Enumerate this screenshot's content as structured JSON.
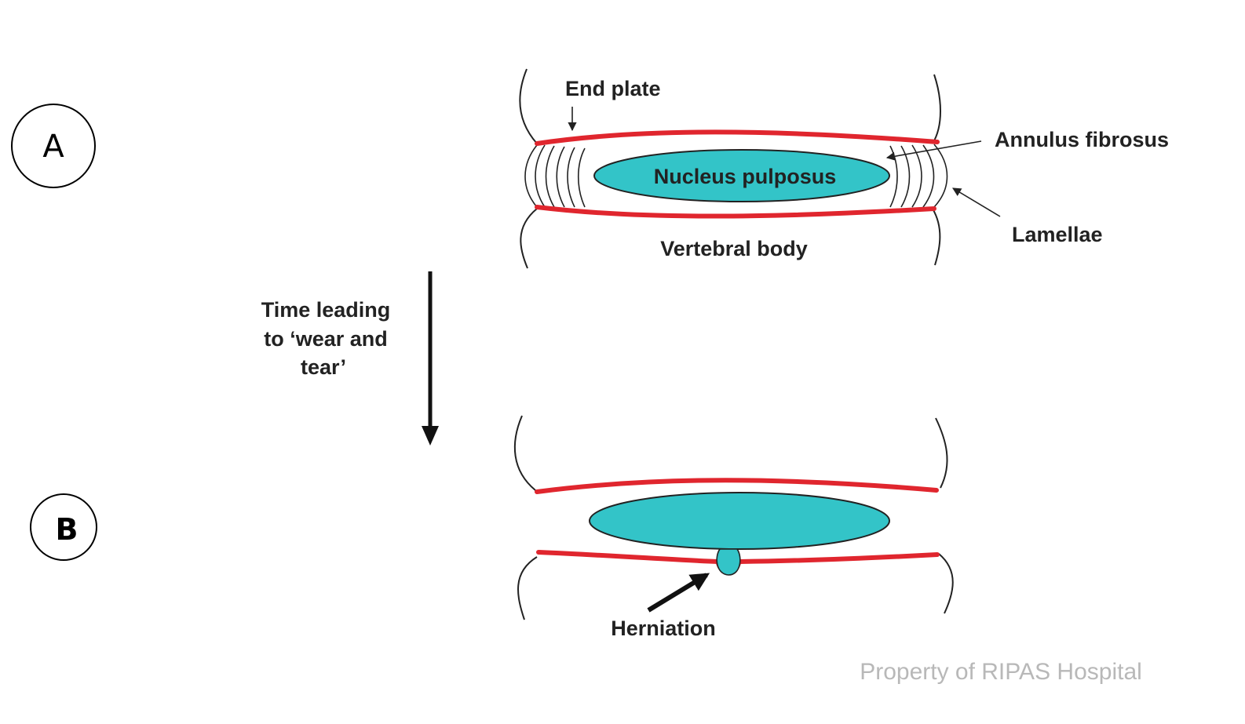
{
  "panel_a": {
    "marker": "A",
    "labels": {
      "end_plate": "End plate",
      "annulus_fibrosus": "Annulus fibrosus",
      "nucleus_pulposus": "Nucleus pulposus",
      "lamellae": "Lamellae",
      "vertebral_body": "Vertebral body"
    }
  },
  "transition": {
    "line1": "Time leading",
    "line2": "to ‘wear and",
    "line3": "tear’"
  },
  "panel_b": {
    "marker": "B",
    "labels": {
      "herniation": "Herniation"
    }
  },
  "watermark": "Property of RIPAS Hospital",
  "colors": {
    "end_plate": "#e0262e",
    "nucleus_fill": "#33c4c8",
    "outline": "#222222",
    "watermark": "#b8b8b8"
  }
}
